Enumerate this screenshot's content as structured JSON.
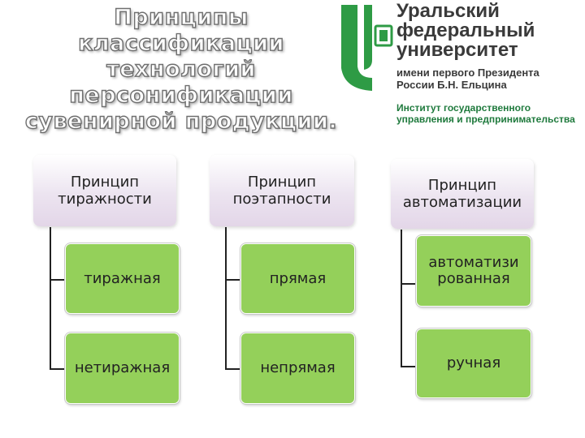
{
  "title": {
    "line1": "Принципы классификации",
    "line2": "технологий",
    "line3": "персонификации",
    "line4": "сувенирной продукции."
  },
  "logo": {
    "line1": "Уральский",
    "line2": "федеральный",
    "line3": "университет",
    "sub1": "имени первого Президента",
    "sub2": "России Б.Н. Ельцина",
    "inst1": "Институт государственного",
    "inst2": "управления и предпринимательства"
  },
  "columns": [
    {
      "header": "Принцип тиражности",
      "items": [
        "тиражная",
        "нетиражная"
      ]
    },
    {
      "header": "Принцип поэтапности",
      "items": [
        "прямая",
        "непрямая"
      ]
    },
    {
      "header": "Принцип автоматизации",
      "items": [
        "автоматизи рованная",
        "ручная"
      ]
    }
  ],
  "colors": {
    "leaf": "#94d05a",
    "header": "#e3d6e8",
    "logo_green": "#2e9b45"
  }
}
